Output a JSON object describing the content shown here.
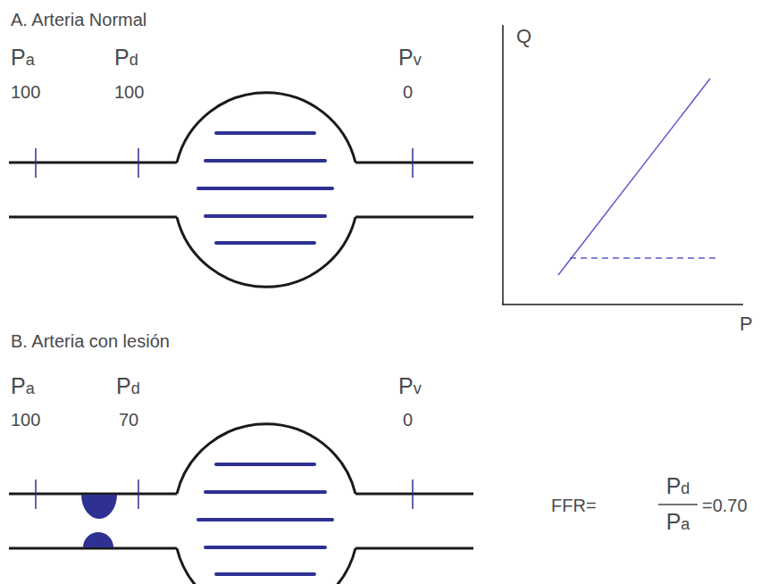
{
  "diagram": {
    "labels": [
      "A. Arteria Normal",
      "Pa",
      "100",
      "Pd",
      "100",
      "Pv",
      "0",
      "Q",
      "P",
      "B. Arteria con lesión",
      "Pa",
      "100",
      "Pd",
      "70",
      "Pv",
      "0",
      "FFR=",
      "Pd",
      "Pa",
      "=0.70"
    ]
  }
}
